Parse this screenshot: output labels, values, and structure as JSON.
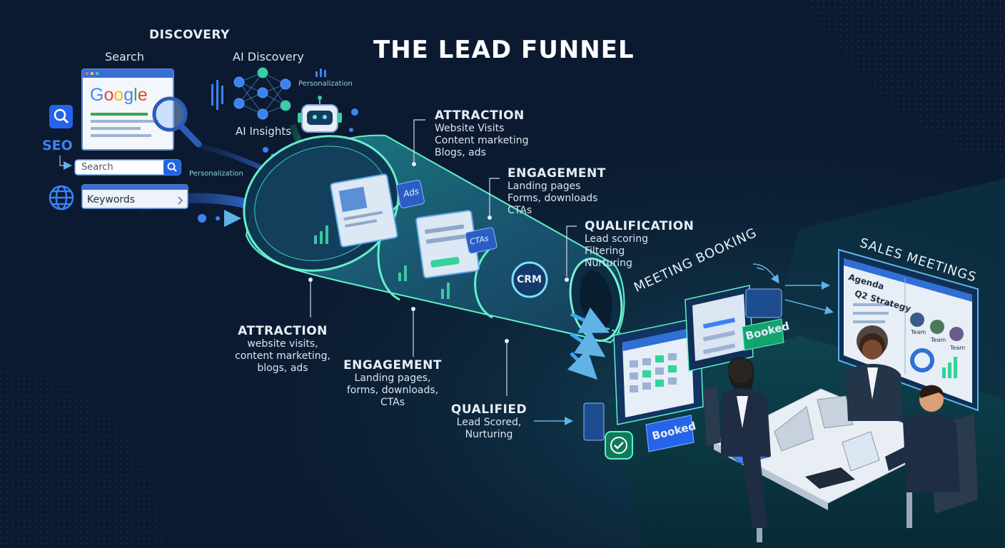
{
  "title": "THE LEAD FUNNEL",
  "discovery": {
    "heading": "DISCOVERY",
    "search_label": "Search",
    "ai_discovery_label": "AI Discovery",
    "ai_insights_label": "AI Insights",
    "personalization_top": "Personalization",
    "personalization_left": "Personalization",
    "seo_label": "SEO",
    "search_box_placeholder": "Search",
    "keywords_box_label": "Keywords",
    "google_logo": "Google"
  },
  "stages_top": [
    {
      "heading": "ATTRACTION",
      "lines": [
        "Website Visits",
        "Content marketing",
        "Blogs, ads"
      ]
    },
    {
      "heading": "ENGAGEMENT",
      "lines": [
        "Landing pages",
        "Forms, downloads",
        "CTAs"
      ]
    },
    {
      "heading": "QUALIFICATION",
      "lines": [
        "Lead scoring",
        "Filtering",
        "Nurturing"
      ]
    }
  ],
  "stages_bottom": [
    {
      "heading": "ATTRACTION",
      "lines": [
        "website visits,",
        "content marketing,",
        "blogs, ads"
      ]
    },
    {
      "heading": "ENGAGEMENT",
      "lines": [
        "Landing pages,",
        "forms, downloads,",
        "CTAs"
      ]
    },
    {
      "heading": "QUALIFIED",
      "lines": [
        "Lead Scored,",
        "Nurturing"
      ]
    }
  ],
  "funnel_tags": {
    "ads": "Ads",
    "ctas": "CTAs",
    "crm": "CRM"
  },
  "meeting_booking": {
    "label": "MEETING BOOKING",
    "booked_1": "Booked",
    "booked_2": "Booked"
  },
  "sales_meetings": {
    "label": "SALES MEETINGS",
    "agenda": "Agenda",
    "strategy": "Q2 Strategy",
    "team_1": "Team",
    "team_2": "Team",
    "team_3": "Team"
  },
  "colors": {
    "background": "#0b1a30",
    "teal": "#3ee0b8",
    "blue": "#3b82f6",
    "text": "#e8eef6"
  }
}
